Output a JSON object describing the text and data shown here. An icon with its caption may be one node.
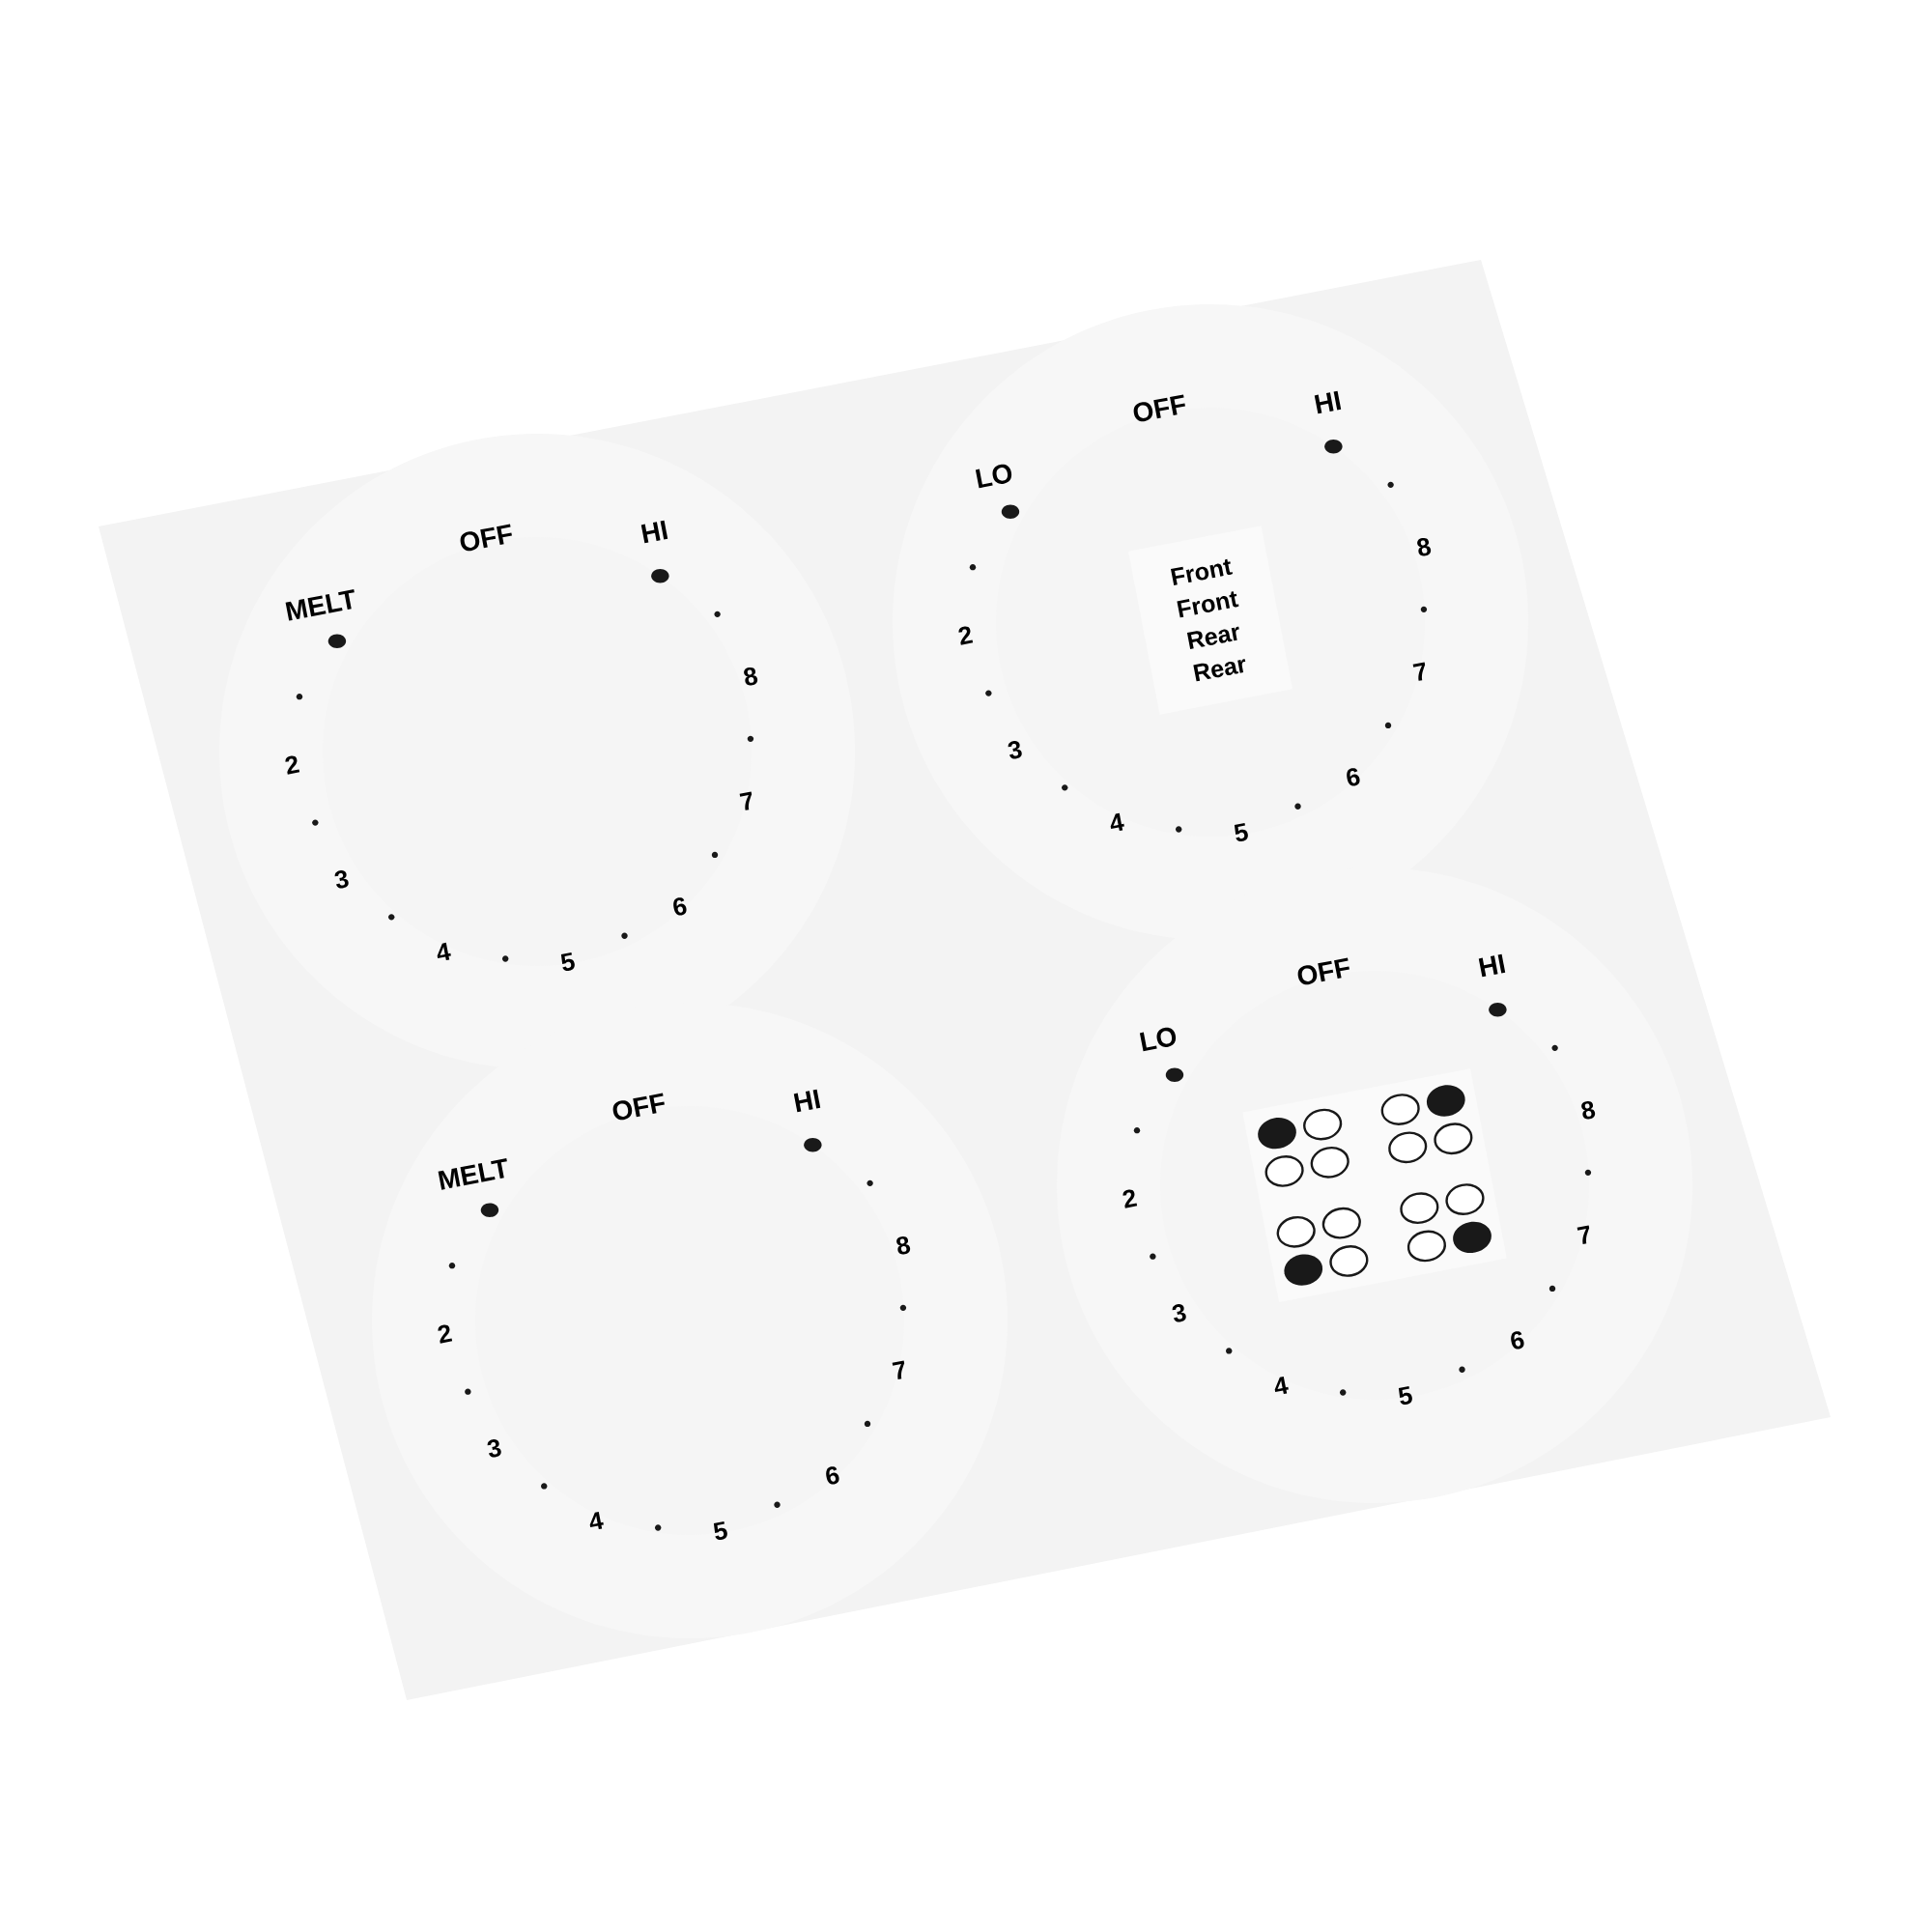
{
  "diagram": {
    "nodes": [
      {
        "text": [
          "OFF",
          "HI",
          "8",
          "7",
          "6",
          "5",
          "4",
          "3",
          "2",
          "MELT"
        ]
      },
      {
        "text": [
          "OFF",
          "HI",
          "8",
          "7",
          "6",
          "5",
          "4",
          "3",
          "2",
          "LO"
        ]
      },
      {
        "text": [
          "OFF",
          "HI",
          "8",
          "7",
          "6",
          "5",
          "4",
          "3",
          "2",
          "MELT"
        ]
      },
      {
        "text": [
          "OFF",
          "HI",
          "8",
          "7",
          "6",
          "5",
          "4",
          "3",
          "2",
          "LO"
        ]
      },
      {
        "text": [
          "Front",
          "Front",
          "Rear",
          "Rear"
        ],
        "in": 1
      }
    ]
  }
}
